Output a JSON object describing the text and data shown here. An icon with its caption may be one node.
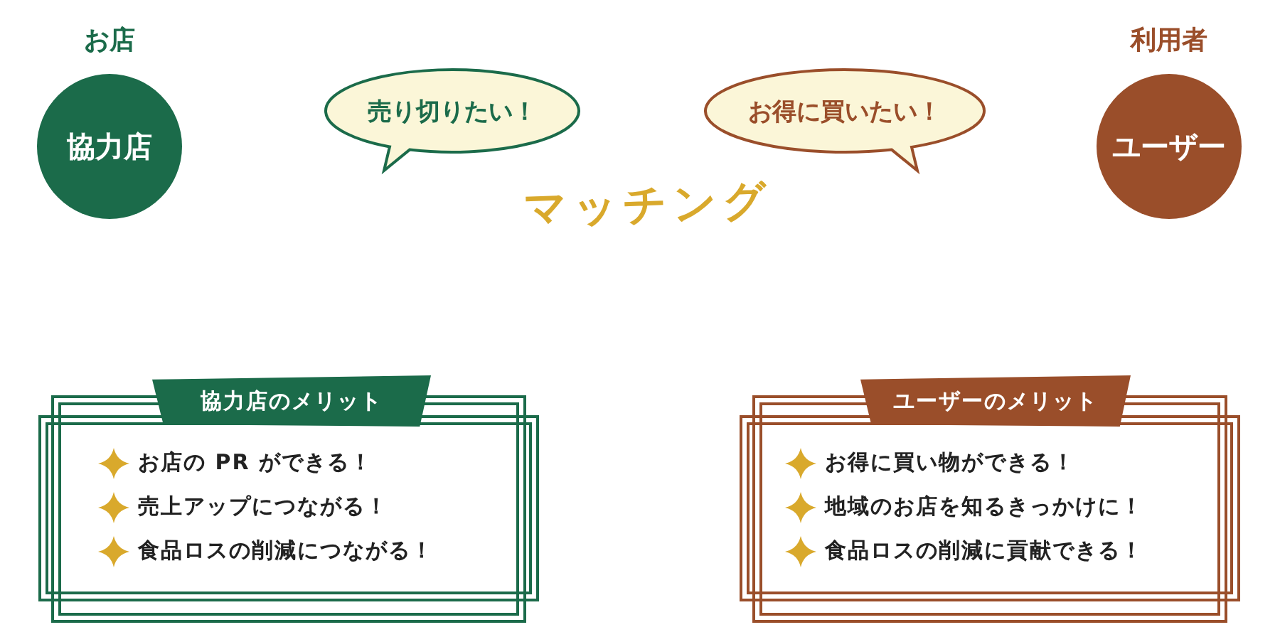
{
  "diagram": {
    "nodes": [
      {
        "text": [
          "お店",
          "協力店"
        ]
      },
      {
        "text": [
          "売り切りたい！"
        ]
      },
      {
        "text": [
          "お得に買いたい！"
        ]
      },
      {
        "text": [
          "利用者",
          "ユーザー"
        ]
      },
      {
        "text": [
          "協力店のメリット",
          "お店の PR ができる！",
          "売上アップにつながる！",
          "食品ロスの削減につながる！"
        ]
      },
      {
        "text": [
          "ユーザーのメリット",
          "お得に買い物ができる！",
          "地域のお店を知るきっかけに！",
          "食品ロスの削減に貢献できる！"
        ]
      }
    ],
    "labels": [
      "マッチング"
    ]
  }
}
